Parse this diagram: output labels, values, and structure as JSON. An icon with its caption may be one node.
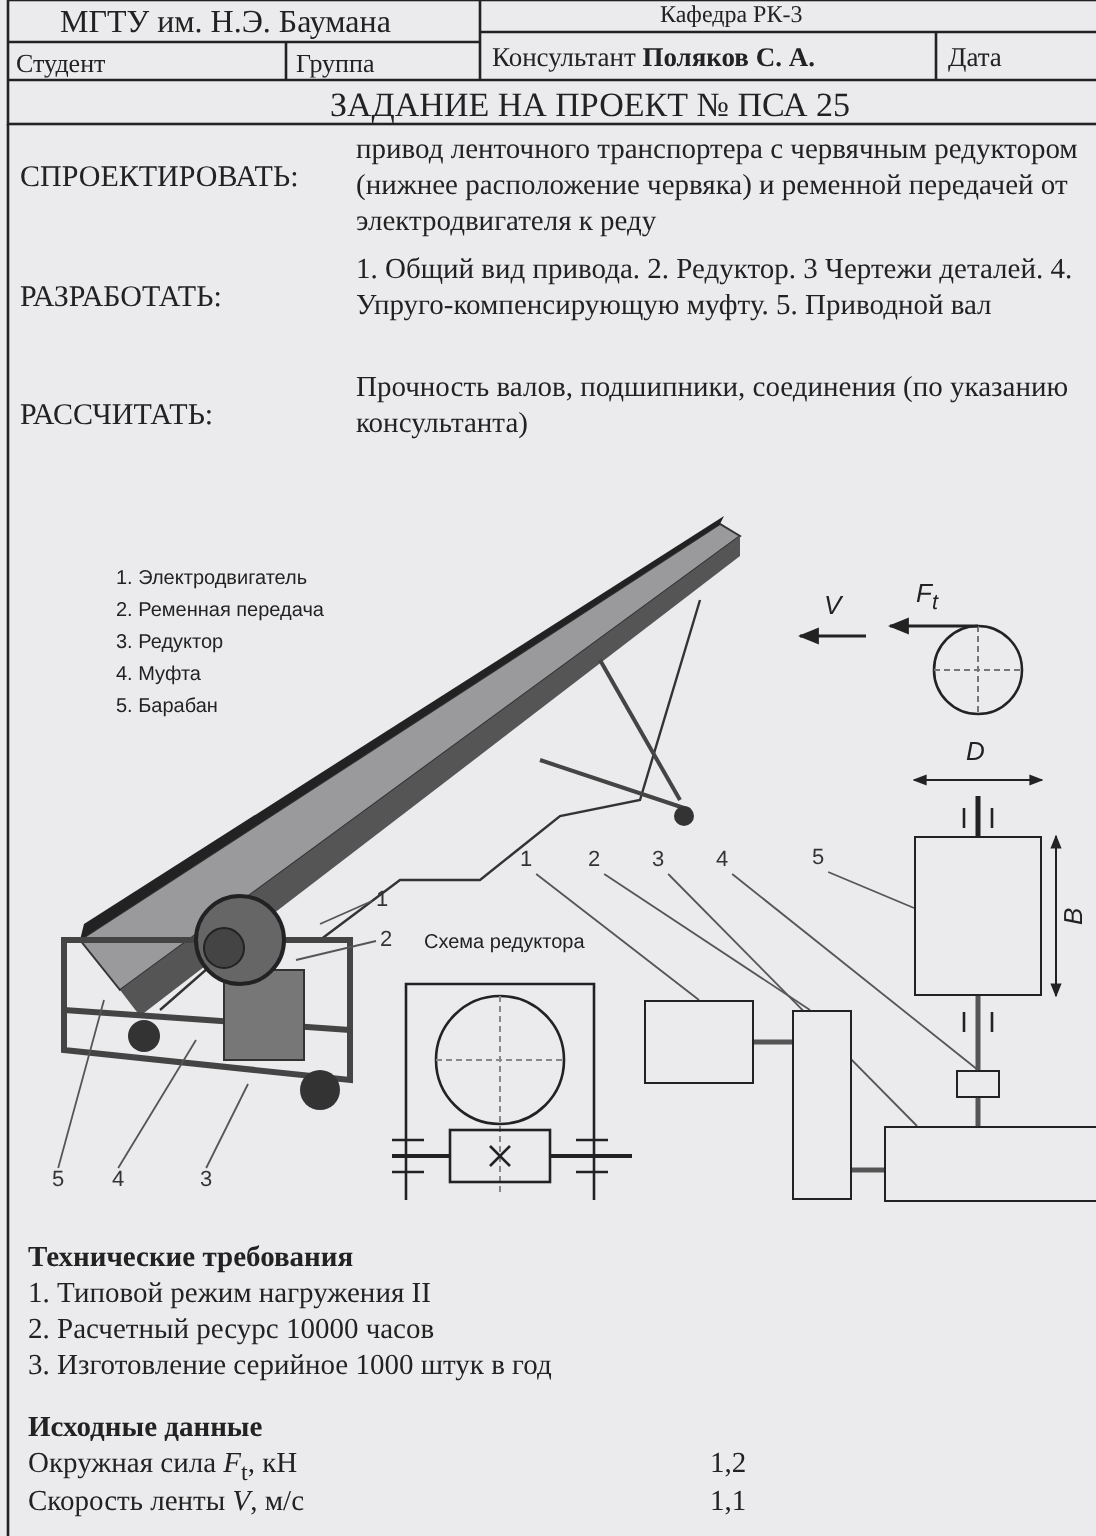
{
  "diagram": {
    "nodes": [
      {
        "text": [
          "1"
        ]
      },
      {
        "text": [
          "2"
        ]
      },
      {
        "text": [
          "5"
        ]
      },
      {
        "text": [
          "4"
        ]
      },
      {
        "text": [
          "3"
        ]
      },
      {
        "text": [
          "1"
        ]
      },
      {
        "text": [
          "2"
        ]
      },
      {
        "text": [
          "3"
        ]
      },
      {
        "text": [
          "4"
        ]
      },
      {
        "text": [
          "5"
        ]
      },
      {
        "text": [],
        "shape": "box"
      },
      {
        "text": [],
        "shape": "box"
      },
      {
        "text": [],
        "shape": "box"
      },
      {
        "text": [],
        "shape": "box"
      },
      {
        "text": [],
        "shape": "box"
      }
    ],
    "edges": [
      {
        "from": 0,
        "to": null,
        "arrow": "none"
      },
      {
        "from": 1,
        "to": null,
        "arrow": "none"
      },
      {
        "from": 2,
        "to": null,
        "arrow": "none"
      },
      {
        "from": 3,
        "to": null,
        "arrow": "none"
      },
      {
        "from": 4,
        "to": null,
        "arrow": "none"
      },
      {
        "from": 5,
        "to": 10,
        "arrow": "none"
      },
      {
        "from": 6,
        "to": 11,
        "arrow": "none"
      },
      {
        "from": 7,
        "to": 12,
        "arrow": "none"
      },
      {
        "from": 8,
        "to": 13,
        "arrow": "none"
      },
      {
        "from": 9,
        "to": 14,
        "arrow": "none"
      },
      {
        "from": 10,
        "to": 11,
        "arrow": "none",
        "style": "thick"
      },
      {
        "from": 11,
        "to": 12,
        "arrow": "none",
        "style": "thick"
      },
      {
        "from": 12,
        "to": 13,
        "arrow": "none",
        "style": "thick"
      },
      {
        "from": 13,
        "to": 14,
        "arrow": "none",
        "style": "thick"
      }
    ],
    "labels": [
      "МГТУ им. Н.Э. Баумана",
      "Кафедра РК-3",
      "Студент",
      "Группа",
      "Консультант **Поляков С. А.**",
      "Дата",
      "ЗАДАНИЕ НА ПРОЕКТ № ПСА 25",
      "СПРОЕКТИРОВАТЬ:",
      "привод ленточного транспортера с червячным редуктором (нижнее расположение червяка) и ременной передачей от электродвигателя к реду",
      "РАЗРАБОТАТЬ:",
      "1. Общий вид привода. 2. Редуктор. 3 Чертежи деталей. 4. Упруго-компенсирующую муфту. 5. Приводной вал",
      "РАССЧИТАТЬ:",
      "Прочность валов, подшипники, соединения (по указанию консультанта)",
      "1. Электродвигатель",
      "2. Ременная передача",
      "3. Редуктор",
      "4. Муфта",
      "5. Барабан",
      "V",
      "F$_{t}$",
      "D",
      "B",
      "Схема редуктора",
      "Технические требования",
      "1. Типовой режим нагружения II",
      "2. Расчетный ресурс 10000 часов",
      "3. Изготовление серийное 1000 штук в год",
      "Исходные данные",
      "Окружная сила *F*$_{t}$, кН",
      "1,2",
      "Скорость ленты *V*, м/с",
      "1,1"
    ]
  }
}
